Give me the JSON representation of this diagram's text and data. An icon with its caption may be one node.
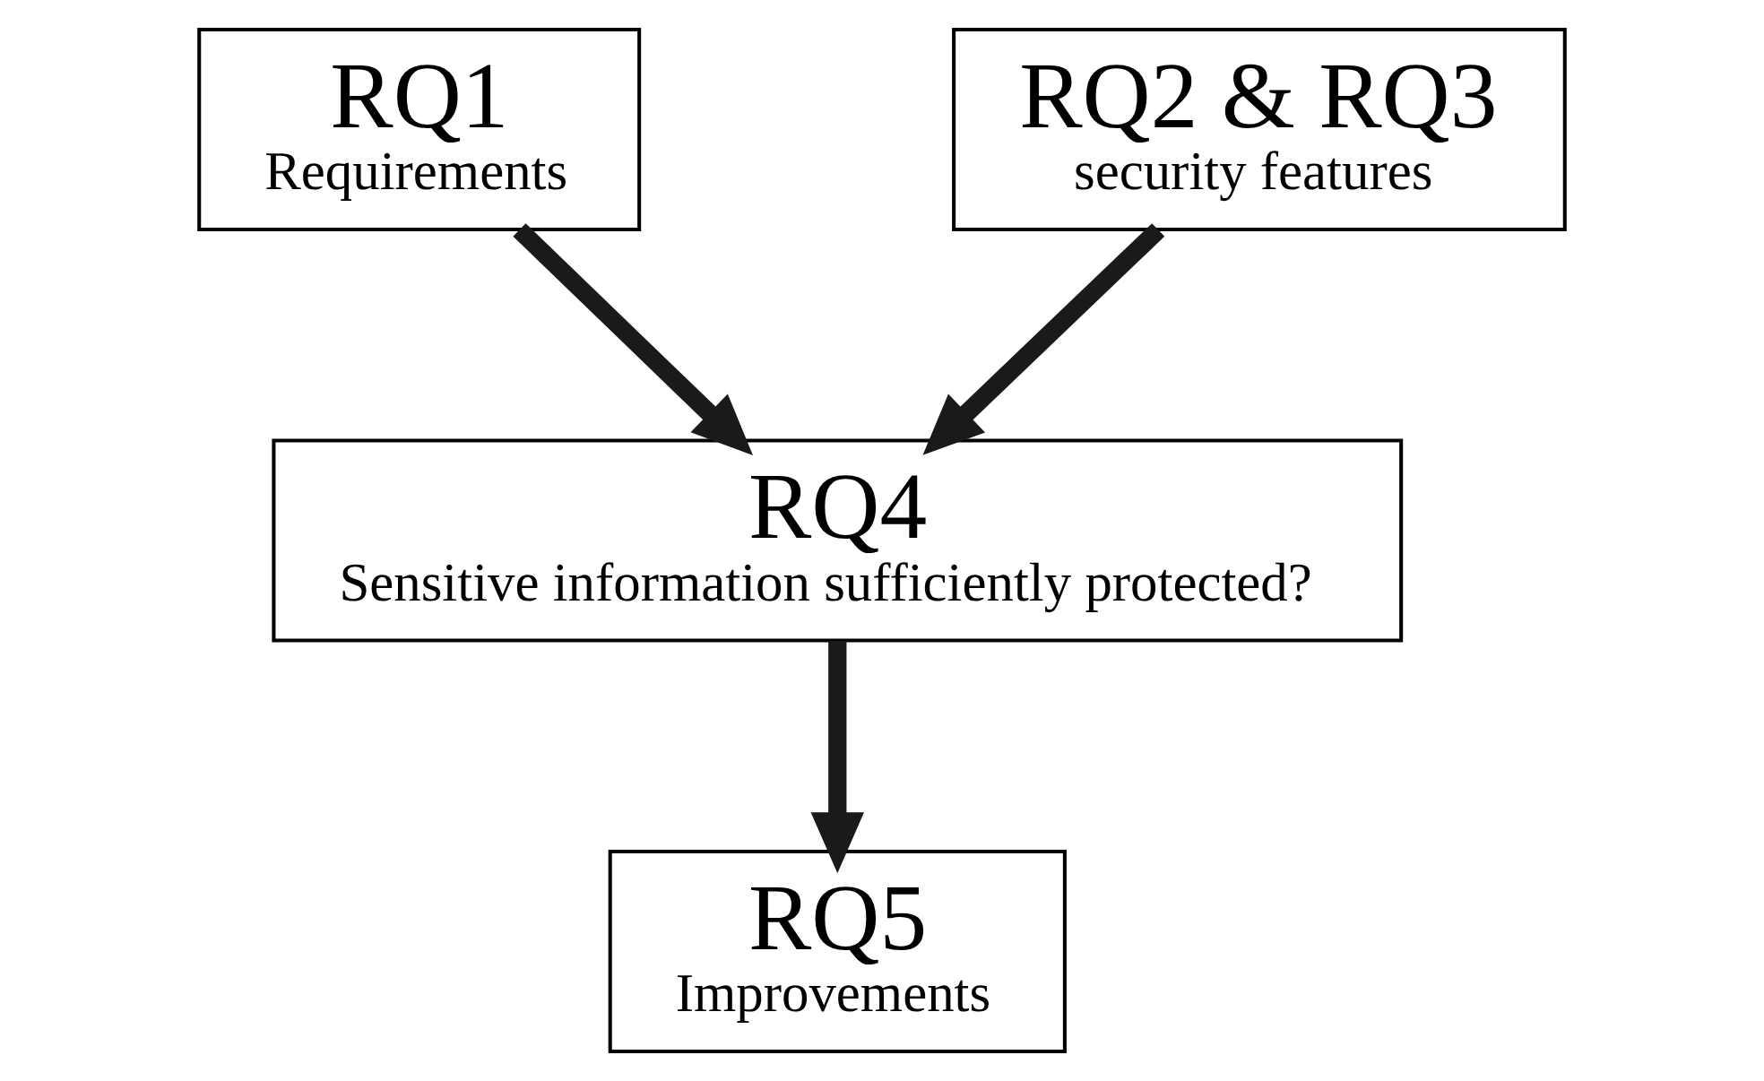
{
  "diagram": {
    "nodes": [
      {
        "text": [
          "RQ1",
          "Requirements"
        ]
      },
      {
        "text": [
          "RQ2 & RQ3",
          "security features"
        ]
      },
      {
        "text": [
          "RQ4",
          "Sensitive information sufficiently protected?"
        ]
      },
      {
        "text": [
          "RQ5",
          "Improvements"
        ]
      }
    ],
    "edges": [
      {
        "from": 0,
        "to": 2,
        "arrow": "to"
      },
      {
        "from": 1,
        "to": 2,
        "arrow": "to"
      },
      {
        "from": 2,
        "to": 3,
        "arrow": "to"
      }
    ]
  }
}
